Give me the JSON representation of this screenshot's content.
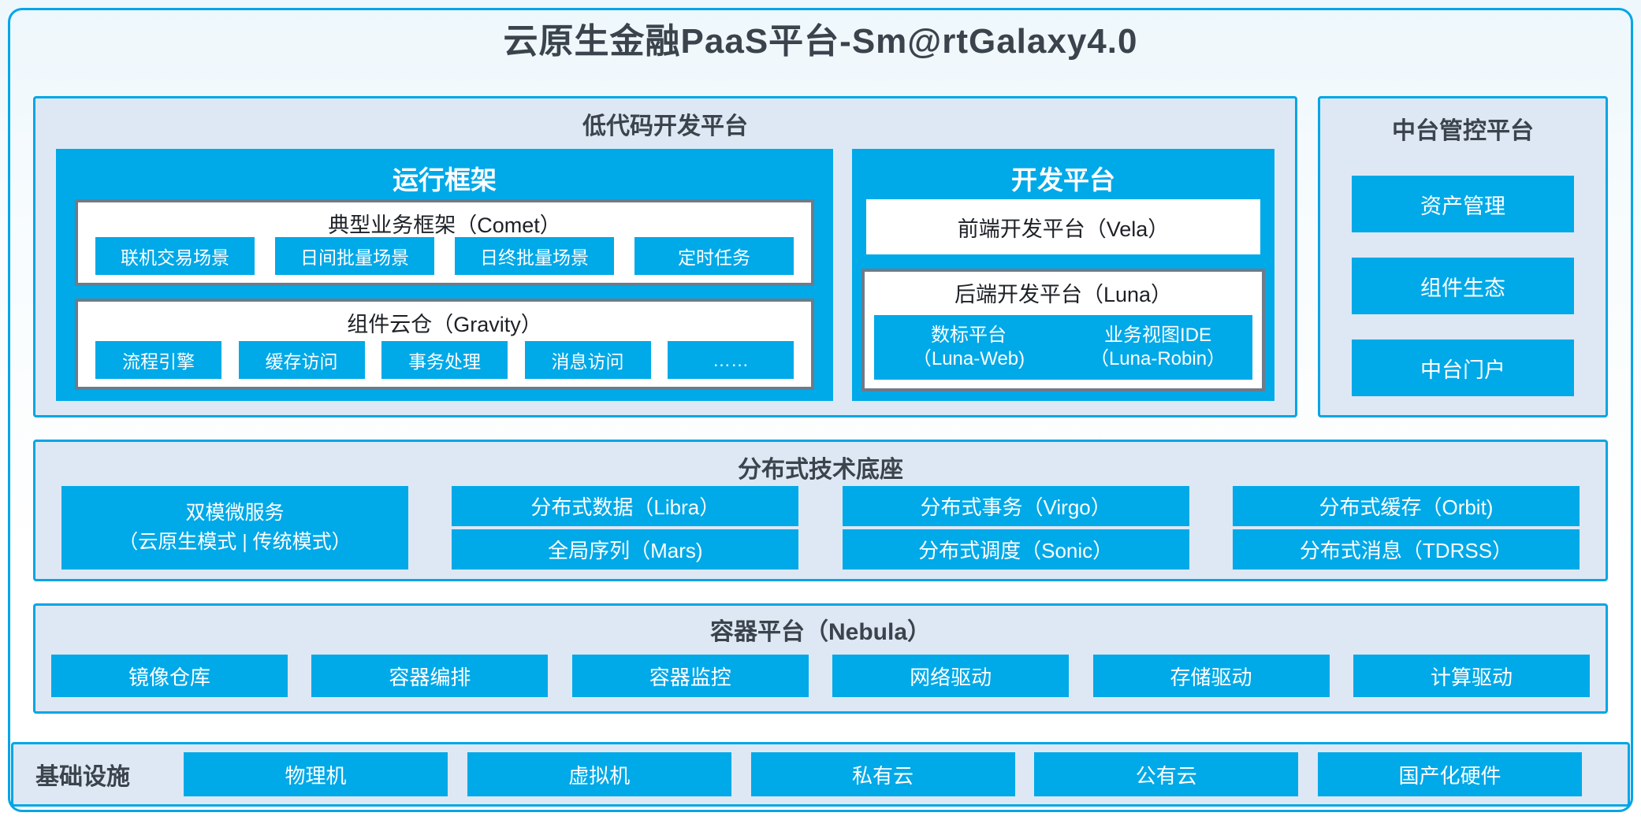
{
  "page": {
    "title": "云原生金融PaaS平台-Sm@rtGalaxy4.0"
  },
  "colors": {
    "accent_blue": "#00a9e8",
    "section_bg": "#dde8f4",
    "section_border": "#00a6e6",
    "white_box_border": "#6e7b89",
    "dark_text": "#3b444c",
    "box_text": "#1d2126",
    "chip_text": "#ffffff"
  },
  "lowcode": {
    "title": "低代码开发平台",
    "runtime": {
      "title": "运行框架",
      "comet": {
        "title": "典型业务框架（Comet）",
        "chips": [
          "联机交易场景",
          "日间批量场景",
          "日终批量场景",
          "定时任务"
        ]
      },
      "gravity": {
        "title": "组件云仓（Gravity）",
        "chips": [
          "流程引擎",
          "缓存访问",
          "事务处理",
          "消息访问",
          "……"
        ]
      }
    },
    "dev": {
      "title": "开发平台",
      "vela": {
        "title": "前端开发平台（Vela）"
      },
      "luna": {
        "title": "后端开发平台（Luna）",
        "chips": [
          {
            "line1": "数标平台",
            "line2": "（Luna-Web)"
          },
          {
            "line1": "业务视图IDE",
            "line2": "（Luna-Robin）"
          }
        ]
      }
    }
  },
  "midplatform": {
    "title": "中台管控平台",
    "chips": [
      "资产管理",
      "组件生态",
      "中台门户"
    ]
  },
  "distributed": {
    "title": "分布式技术底座",
    "dual_mode": {
      "line1": "双模微服务",
      "line2": "（云原生模式 | 传统模式）"
    },
    "columns": [
      {
        "top": "分布式数据（Libra）",
        "bottom": "全局序列（Mars)"
      },
      {
        "top": "分布式事务（Virgo）",
        "bottom": "分布式调度（Sonic）"
      },
      {
        "top": "分布式缓存（Orbit)",
        "bottom": "分布式消息（TDRSS）"
      }
    ]
  },
  "container_platform": {
    "title": "容器平台（Nebula）",
    "chips": [
      "镜像仓库",
      "容器编排",
      "容器监控",
      "网络驱动",
      "存储驱动",
      "计算驱动"
    ]
  },
  "infrastructure": {
    "title": "基础设施",
    "chips": [
      "物理机",
      "虚拟机",
      "私有云",
      "公有云",
      "国产化硬件"
    ]
  }
}
